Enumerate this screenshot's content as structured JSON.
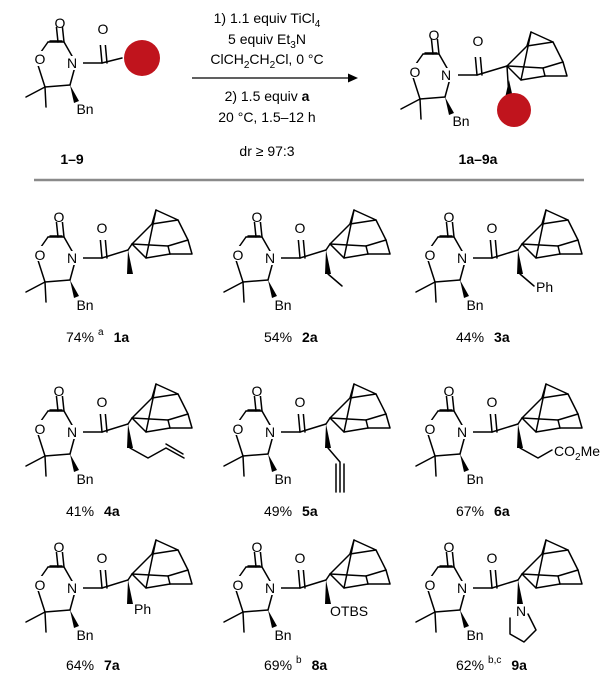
{
  "reaction": {
    "conditions": [
      "1) 1.1 equiv TiCl",
      "5 equiv Et",
      "ClCH",
      "2) 1.5 equiv",
      "20 °C, 1.5–12 h",
      "dr ≥ 97:3"
    ],
    "sub4": "4",
    "sub3": "3",
    "n_after": "N",
    "solvent_sub": "2",
    "solvent_mid": "CH",
    "solvent_tail": "Cl, 0 °C",
    "reagent": "a",
    "start_label": "1–9",
    "product_label": "1a–9a",
    "accent_color": "#c0141d"
  },
  "atoms": {
    "O": "O",
    "N": "N",
    "Bn": "Bn",
    "Ph": "Ph",
    "OTBS": "OTBS",
    "CO2Me": "CO",
    "CO2Me_sub": "2",
    "CO2Me_tail": "Me"
  },
  "products": [
    {
      "yield": "74%",
      "note": "a",
      "label": "1a"
    },
    {
      "yield": "54%",
      "note": "",
      "label": "2a"
    },
    {
      "yield": "44%",
      "note": "",
      "label": "3a"
    },
    {
      "yield": "41%",
      "note": "",
      "label": "4a"
    },
    {
      "yield": "49%",
      "note": "",
      "label": "5a"
    },
    {
      "yield": "67%",
      "note": "",
      "label": "6a"
    },
    {
      "yield": "64%",
      "note": "",
      "label": "7a"
    },
    {
      "yield": "69%",
      "note": "b",
      "label": "8a"
    },
    {
      "yield": "62%",
      "note": "b,c",
      "label": "9a"
    }
  ]
}
